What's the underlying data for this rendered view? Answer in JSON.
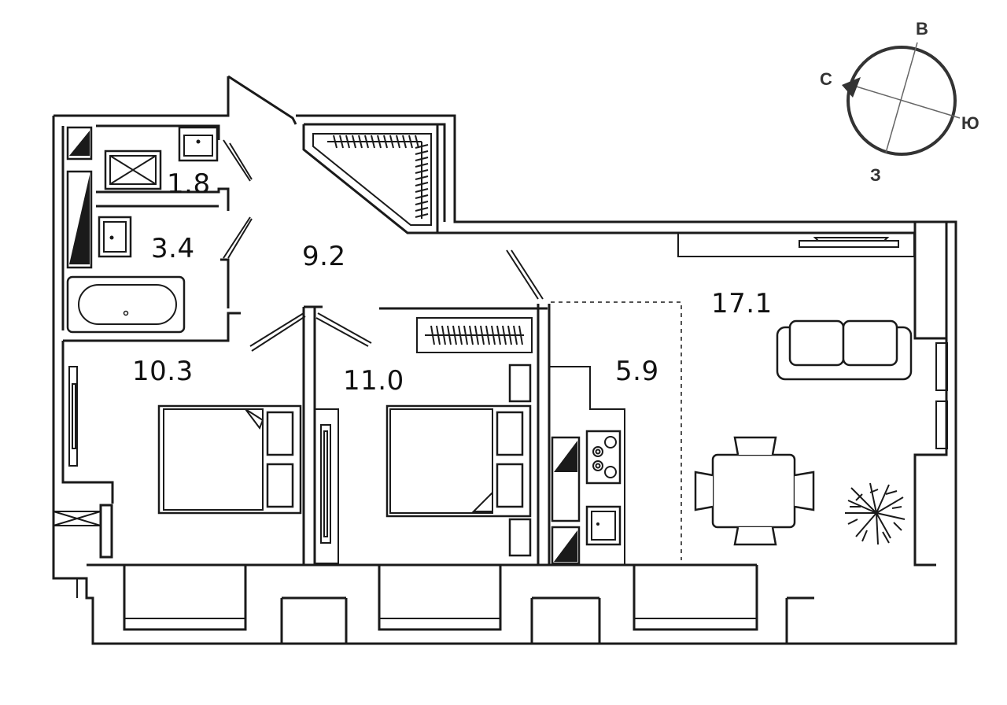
{
  "rooms": [
    {
      "id": "shower-room",
      "area": "1.8"
    },
    {
      "id": "bathroom",
      "area": "3.4"
    },
    {
      "id": "hallway",
      "area": "9.2"
    },
    {
      "id": "bedroom-left",
      "area": "10.3"
    },
    {
      "id": "bedroom-middle",
      "area": "11.0"
    },
    {
      "id": "kitchen",
      "area": "5.9"
    },
    {
      "id": "living-room",
      "area": "17.1"
    }
  ],
  "compass": {
    "north": "С",
    "east": "В",
    "south": "Ю",
    "west": "З"
  }
}
